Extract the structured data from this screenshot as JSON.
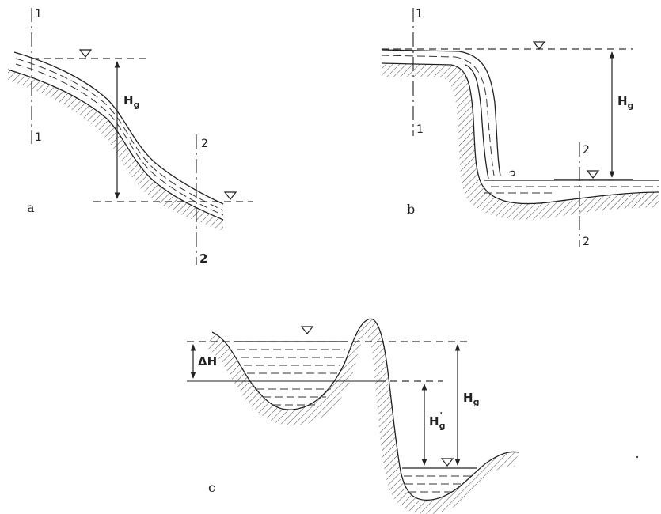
{
  "figure": {
    "panel_a": {
      "label": "a",
      "height_label": "H",
      "height_sub": "g",
      "section_1_top": "1",
      "section_1_bottom": "1",
      "section_2_top": "2",
      "section_2_bottom": "2"
    },
    "panel_b": {
      "label": "b",
      "height_label": "H",
      "height_sub": "g",
      "section_1_top": "1",
      "section_1_bottom": "1",
      "section_2_top": "2",
      "section_2_bottom": "2"
    },
    "panel_c": {
      "label": "c",
      "delta_label": "ΔH",
      "height_label": "H",
      "height_sub": "g",
      "height_prime_label": "H",
      "height_prime_sub": "g",
      "height_prime_mark": "'"
    }
  }
}
